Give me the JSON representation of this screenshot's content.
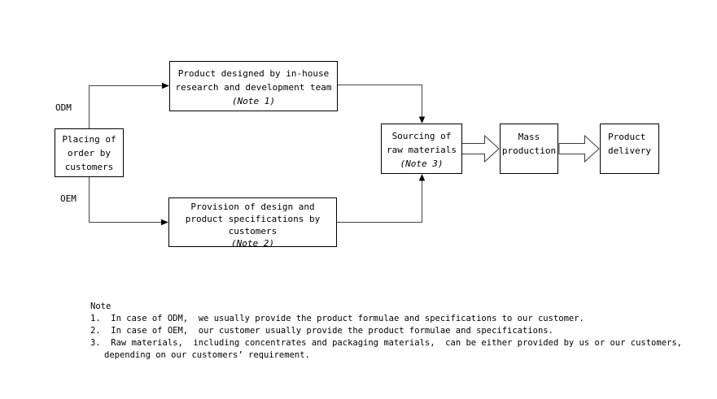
{
  "canvas": {
    "background_color": "#ffffff",
    "line_color": "#444444",
    "border_color": "#000000"
  },
  "flowchart": {
    "branch_labels": {
      "odm": "ODM",
      "oem": "OEM"
    },
    "nodes": {
      "placing_order": {
        "lines": [
          "Placing of",
          "order by",
          "customers"
        ]
      },
      "odm_design": {
        "lines": [
          "Product designed by in-house",
          "research and development team",
          "(Note 1)"
        ]
      },
      "oem_design": {
        "lines": [
          "Provision of design and",
          "product specifications by",
          "customers",
          "(Note 2)"
        ]
      },
      "sourcing": {
        "lines": [
          "Sourcing of",
          "raw materials",
          "(Note 3)"
        ]
      },
      "mass_production": {
        "lines": [
          "Mass",
          "production"
        ]
      },
      "product_delivery": {
        "lines": [
          "Product",
          "delivery"
        ]
      }
    }
  },
  "notes": {
    "title": "Note",
    "items": [
      "1.  In case of ODM,  we usually provide the product formulae and specifications to our customer.",
      "2.  In case of OEM,  our customer usually provide the product formulae and specifications.",
      "3.  Raw materials,  including concentrates and packaging materials,  can be either provided by us or our customers,",
      "depending on our customers’ requirement."
    ]
  }
}
